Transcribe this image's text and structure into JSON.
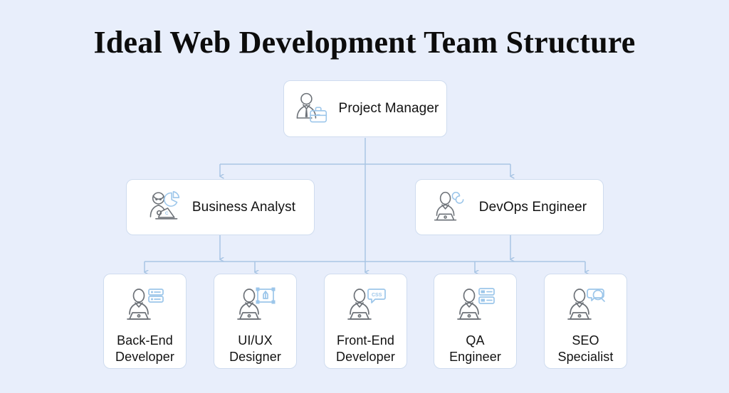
{
  "page": {
    "title": "Ideal Web Development Team Structure",
    "background_color": "#e8eefb",
    "node_fill": "#ffffff",
    "node_border_color": "#cfdcef",
    "connector_color": "#a9c5e4",
    "icon_gray": "#6d7278",
    "icon_accent": "#9cc6ea",
    "text_color": "#121212"
  },
  "chart_data": {
    "type": "diagram",
    "diagram_kind": "organization-chart",
    "title": "Ideal Web Development Team Structure",
    "levels": 3,
    "nodes": [
      {
        "id": "project-manager",
        "label": "Project Manager",
        "level": 1,
        "icon": "person-with-briefcase-icon"
      },
      {
        "id": "business-analyst",
        "label": "Business Analyst",
        "level": 2,
        "icon": "person-with-pie-chart-icon"
      },
      {
        "id": "devops-engineer",
        "label": "DevOps Engineer",
        "level": 2,
        "icon": "person-with-infinity-icon"
      },
      {
        "id": "back-end-developer",
        "label": "Back-End\nDeveloper",
        "level": 3,
        "icon": "person-with-database-icon"
      },
      {
        "id": "ui-ux-designer",
        "label": "UI/UX\nDesigner",
        "level": 3,
        "icon": "person-with-vector-pen-icon"
      },
      {
        "id": "front-end-developer",
        "label": "Front-End\nDeveloper",
        "level": 3,
        "icon": "person-with-css-tag-icon"
      },
      {
        "id": "qa-engineer",
        "label": "QA\nEngineer",
        "level": 3,
        "icon": "person-with-checklist-icon"
      },
      {
        "id": "seo-specialist",
        "label": "SEO\nSpecialist",
        "level": 3,
        "icon": "person-with-magnifier-icon"
      }
    ],
    "edges": [
      {
        "from": "project-manager",
        "to": "business-analyst"
      },
      {
        "from": "project-manager",
        "to": "devops-engineer"
      },
      {
        "from": "project-manager",
        "to": "front-end-developer"
      },
      {
        "from": "business-analyst",
        "to": "back-end-developer"
      },
      {
        "from": "business-analyst",
        "to": "ui-ux-designer"
      },
      {
        "from": "devops-engineer",
        "to": "qa-engineer"
      },
      {
        "from": "devops-engineer",
        "to": "seo-specialist"
      }
    ]
  },
  "nodes": {
    "project_manager": {
      "label": "Project Manager"
    },
    "business_analyst": {
      "label": "Business Analyst"
    },
    "devops_engineer": {
      "label": "DevOps Engineer"
    },
    "back_end_developer": {
      "label": "Back-End\nDeveloper"
    },
    "ui_ux_designer": {
      "label": "UI/UX\nDesigner"
    },
    "front_end_developer": {
      "label": "Front-End\nDeveloper"
    },
    "qa_engineer": {
      "label": "QA\nEngineer"
    },
    "seo_specialist": {
      "label": "SEO\nSpecialist"
    }
  },
  "icons": {
    "front_end_tag_text": "CSS"
  }
}
